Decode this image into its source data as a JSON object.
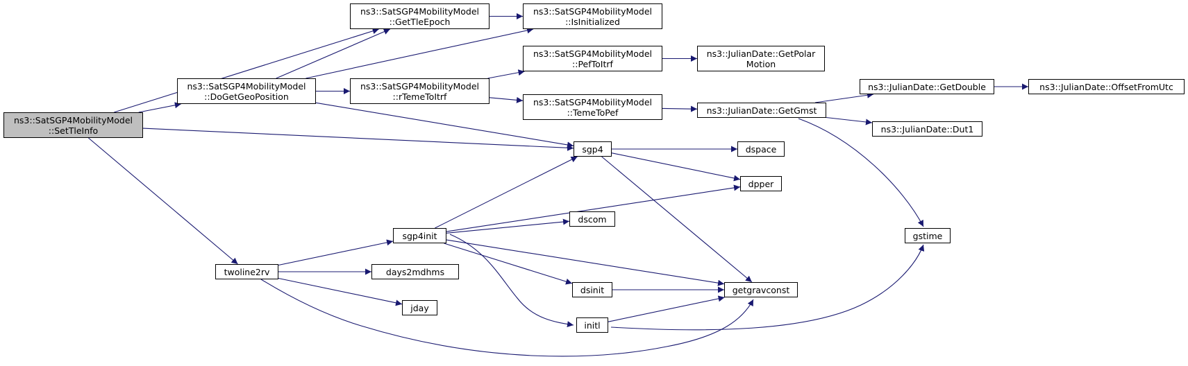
{
  "graph": {
    "edge_color": "#191970",
    "root_fill": "#bfbfbf",
    "nodes": {
      "setTleInfo": {
        "line1": "ns3::SatSGP4MobilityModel",
        "line2": "::SetTleInfo"
      },
      "doGetGeoPosition": {
        "line1": "ns3::SatSGP4MobilityModel",
        "line2": "::DoGetGeoPosition"
      },
      "getTleEpoch": {
        "line1": "ns3::SatSGP4MobilityModel",
        "line2": "::GetTleEpoch"
      },
      "isInitialized": {
        "line1": "ns3::SatSGP4MobilityModel",
        "line2": "::IsInitialized"
      },
      "rTemeToItrf": {
        "line1": "ns3::SatSGP4MobilityModel",
        "line2": "::rTemeToItrf"
      },
      "pefToItrf": {
        "line1": "ns3::SatSGP4MobilityModel",
        "line2": "::PefToItrf"
      },
      "temeToPef": {
        "line1": "ns3::SatSGP4MobilityModel",
        "line2": "::TemeToPef"
      },
      "getPolarMotion": {
        "line1": "ns3::JulianDate::GetPolar",
        "line2": "Motion"
      },
      "getGmst": {
        "line1": "ns3::JulianDate::GetGmst"
      },
      "getDouble": {
        "line1": "ns3::JulianDate::GetDouble"
      },
      "offsetFromUtc": {
        "line1": "ns3::JulianDate::OffsetFromUtc"
      },
      "dut1": {
        "line1": "ns3::JulianDate::Dut1"
      },
      "sgp4": {
        "line1": "sgp4"
      },
      "dspace": {
        "line1": "dspace"
      },
      "dpper": {
        "line1": "dpper"
      },
      "dscom": {
        "line1": "dscom"
      },
      "sgp4init": {
        "line1": "sgp4init"
      },
      "gstime": {
        "line1": "gstime"
      },
      "twoline2rv": {
        "line1": "twoline2rv"
      },
      "days2mdhms": {
        "line1": "days2mdhms"
      },
      "dsinit": {
        "line1": "dsinit"
      },
      "getgravconst": {
        "line1": "getgravconst"
      },
      "jday": {
        "line1": "jday"
      },
      "initl": {
        "line1": "initl"
      }
    },
    "edges": [
      [
        "setTleInfo",
        "getTleEpoch"
      ],
      [
        "setTleInfo",
        "doGetGeoPosition"
      ],
      [
        "setTleInfo",
        "sgp4"
      ],
      [
        "setTleInfo",
        "twoline2rv"
      ],
      [
        "doGetGeoPosition",
        "getTleEpoch"
      ],
      [
        "doGetGeoPosition",
        "isInitialized"
      ],
      [
        "doGetGeoPosition",
        "rTemeToItrf"
      ],
      [
        "doGetGeoPosition",
        "sgp4"
      ],
      [
        "getTleEpoch",
        "isInitialized"
      ],
      [
        "rTemeToItrf",
        "pefToItrf"
      ],
      [
        "rTemeToItrf",
        "temeToPef"
      ],
      [
        "pefToItrf",
        "getPolarMotion"
      ],
      [
        "temeToPef",
        "getGmst"
      ],
      [
        "getGmst",
        "getDouble"
      ],
      [
        "getGmst",
        "dut1"
      ],
      [
        "getGmst",
        "gstime"
      ],
      [
        "getDouble",
        "offsetFromUtc"
      ],
      [
        "sgp4",
        "dspace"
      ],
      [
        "sgp4",
        "dpper"
      ],
      [
        "sgp4",
        "getgravconst"
      ],
      [
        "sgp4init",
        "sgp4"
      ],
      [
        "sgp4init",
        "dpper"
      ],
      [
        "sgp4init",
        "dscom"
      ],
      [
        "sgp4init",
        "dsinit"
      ],
      [
        "sgp4init",
        "getgravconst"
      ],
      [
        "sgp4init",
        "initl"
      ],
      [
        "twoline2rv",
        "sgp4init"
      ],
      [
        "twoline2rv",
        "days2mdhms"
      ],
      [
        "twoline2rv",
        "jday"
      ],
      [
        "twoline2rv",
        "getgravconst"
      ],
      [
        "dsinit",
        "getgravconst"
      ],
      [
        "initl",
        "getgravconst"
      ],
      [
        "initl",
        "gstime"
      ]
    ]
  }
}
